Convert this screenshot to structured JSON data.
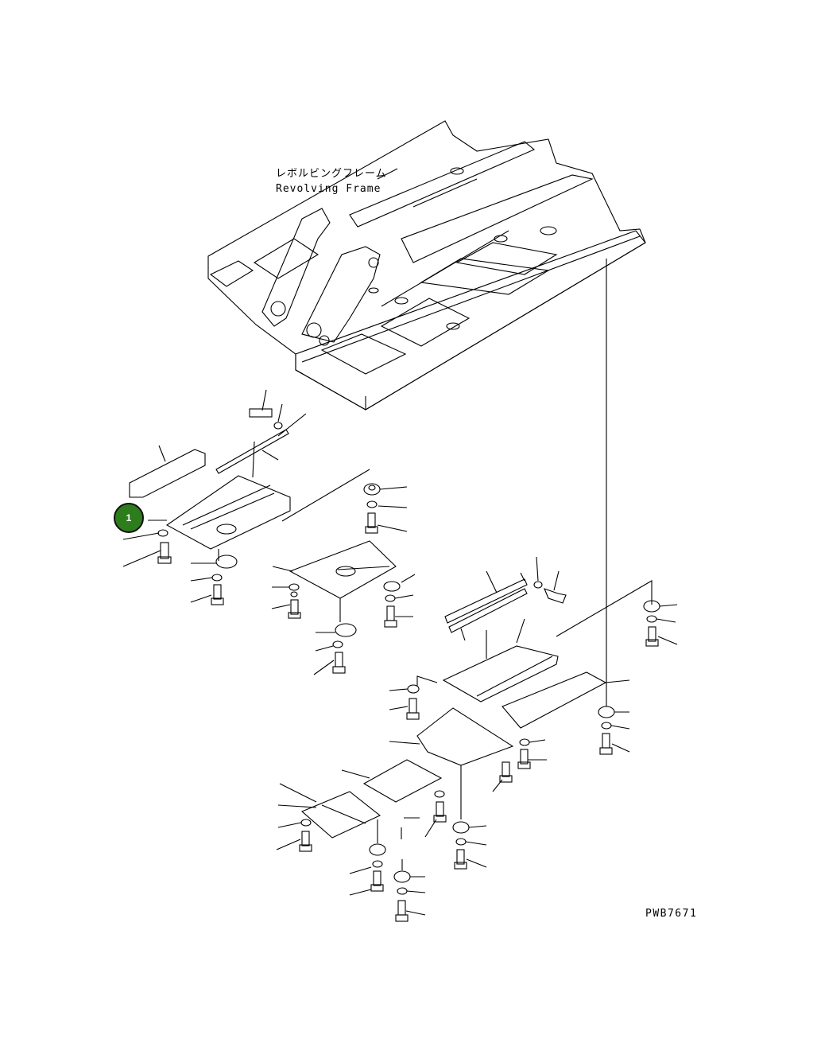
{
  "diagram": {
    "frame_label_jp": "レボルビングフレーム",
    "frame_label_en": "Revolving Frame",
    "drawing_code": "PWB7671",
    "callouts": [
      {
        "number": "1",
        "color": "#2e7d1c"
      }
    ]
  }
}
